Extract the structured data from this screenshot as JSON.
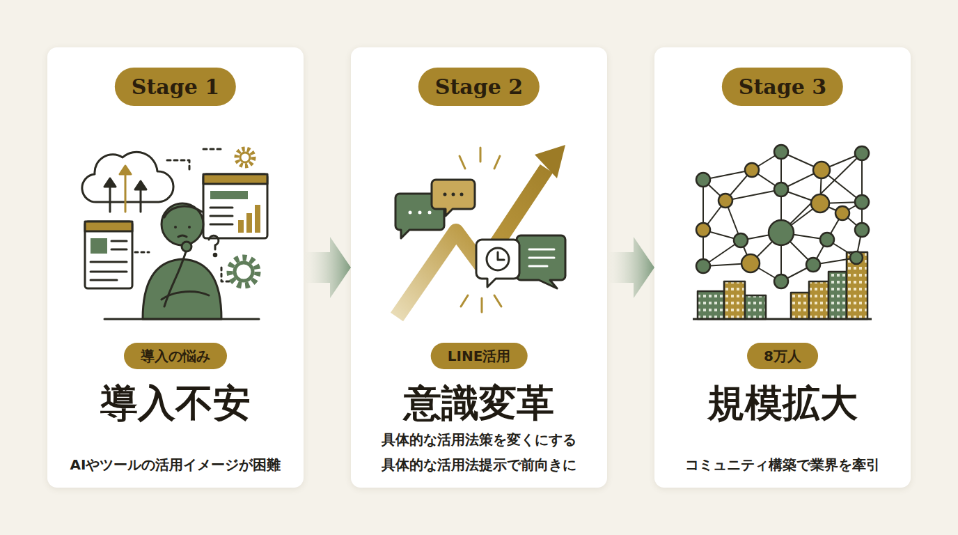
{
  "diagram": {
    "nodes": [
      {
        "text": [
          "導入不安",
          "AIやツールの活用イメージが困難"
        ]
      },
      {
        "text": [
          "Stage 1"
        ],
        "in": 0
      },
      {
        "text": [
          "導入の悩み"
        ],
        "in": 0
      },
      {
        "text": [
          "意識変革",
          "具体的な活用法策を変くにする",
          "具体的な活用法提示で前向きに"
        ]
      },
      {
        "text": [
          "Stage 2"
        ],
        "in": 3
      },
      {
        "text": [
          "LINE活用"
        ],
        "in": 3
      },
      {
        "text": [
          "規模拡大",
          "コミュニティ構築で業界を牽引"
        ]
      },
      {
        "text": [
          "Stage 3"
        ],
        "in": 6
      },
      {
        "text": [
          "8万人"
        ],
        "in": 6
      }
    ],
    "edges": [
      {
        "from": 0,
        "to": 3,
        "arrow": "to"
      },
      {
        "from": 3,
        "to": 6,
        "arrow": "to"
      }
    ]
  }
}
